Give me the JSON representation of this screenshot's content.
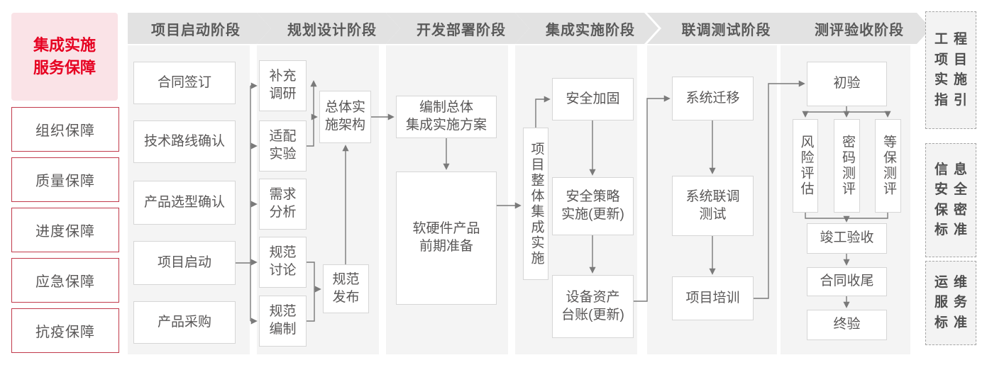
{
  "left_panel": {
    "title": "集成实施\n服务保障",
    "items": [
      {
        "label": "组织保障"
      },
      {
        "label": "质量保障"
      },
      {
        "label": "进度保障"
      },
      {
        "label": "应急保障"
      },
      {
        "label": "抗疫保障"
      }
    ]
  },
  "phases": [
    {
      "header": "项目启动阶段",
      "nodes": [
        {
          "label": "合同签订"
        },
        {
          "label": "技术路线确认"
        },
        {
          "label": "产品选型确认"
        },
        {
          "label": "项目启动"
        },
        {
          "label": "产品采购"
        }
      ]
    },
    {
      "header": "规划设计阶段",
      "nodes": [
        {
          "label": "补充\n调研"
        },
        {
          "label": "适配\n实验"
        },
        {
          "label": "需求\n分析"
        },
        {
          "label": "规范\n讨论"
        },
        {
          "label": "规范\n编制"
        },
        {
          "label": "总体实\n施架构"
        },
        {
          "label": "规范\n发布"
        }
      ]
    },
    {
      "header": "开发部署阶段",
      "nodes": [
        {
          "label": "编制总体\n集成实施方案"
        },
        {
          "label": "软硬件产品\n前期准备"
        }
      ]
    },
    {
      "header": "集成实施阶段",
      "nodes": [
        {
          "label": "项目整体集成实施"
        },
        {
          "label": "安全加固"
        },
        {
          "label": "安全策略\n实施(更新)"
        },
        {
          "label": "设备资产\n台账(更新)"
        }
      ]
    },
    {
      "header": "联调测试阶段",
      "nodes": [
        {
          "label": "系统迁移"
        },
        {
          "label": "系统联调\n测试"
        },
        {
          "label": "项目培训"
        }
      ]
    },
    {
      "header": "测评验收阶段",
      "nodes": [
        {
          "label": "初验"
        },
        {
          "label": "风险评估"
        },
        {
          "label": "密码测评"
        },
        {
          "label": "等保测评"
        },
        {
          "label": "竣工验收"
        },
        {
          "label": "合同收尾"
        },
        {
          "label": "终验"
        }
      ]
    }
  ],
  "right_panel": {
    "items": [
      {
        "label": "工程\n项目\n实施\n指引"
      },
      {
        "label": "信息\n安全\n保密\n标准"
      },
      {
        "label": "运维\n服务\n标准"
      }
    ]
  },
  "colors": {
    "accent_red": "#e60021",
    "pink_background": "#fae3e7",
    "red_border": "#c1394b",
    "text_gray": "#595757",
    "header_band_gray": "#e2e2e2",
    "column_gray": "#f4f4f4",
    "connector_gray": "#7a7a7a",
    "box_border_gray": "#d6d6d6"
  }
}
